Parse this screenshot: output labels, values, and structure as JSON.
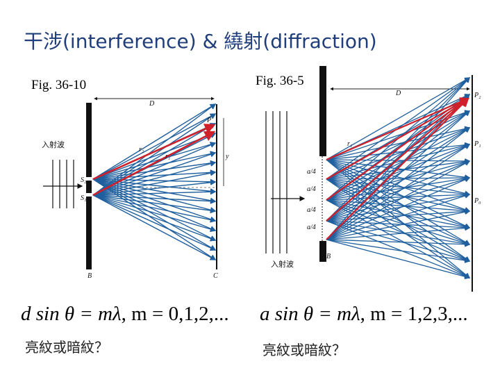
{
  "title": "干涉(interference) & 繞射(diffraction)",
  "left_figure": {
    "fig_label": "Fig. 36-10",
    "incident_label": "入射波",
    "labels": {
      "D": "D",
      "P": "P",
      "S2": "S₂",
      "S1": "S₁",
      "B": "B",
      "C": "C",
      "r1": "r₁",
      "r2": "r₂",
      "y": "y"
    },
    "equation": {
      "lhs": "d sin θ = mλ",
      "rhs": ", m = 0,1,2,..."
    },
    "question": "亮紋或暗紋？"
  },
  "right_figure": {
    "fig_label": "Fig. 36-5",
    "incident_label": "入射波",
    "labels": {
      "D": "D",
      "P2": "P₂",
      "P1": "P₁",
      "P0": "P₀",
      "B": "B",
      "r1": "r₁",
      "a4": "a/4"
    },
    "equation": {
      "lhs": "a sin θ = mλ",
      "rhs": ", m = 1,2,3,..."
    },
    "question": "亮紋或暗紋？"
  },
  "colors": {
    "title": "#1f3d7a",
    "ray_blue": "#1f5f9e",
    "ray_red": "#d0202a"
  }
}
